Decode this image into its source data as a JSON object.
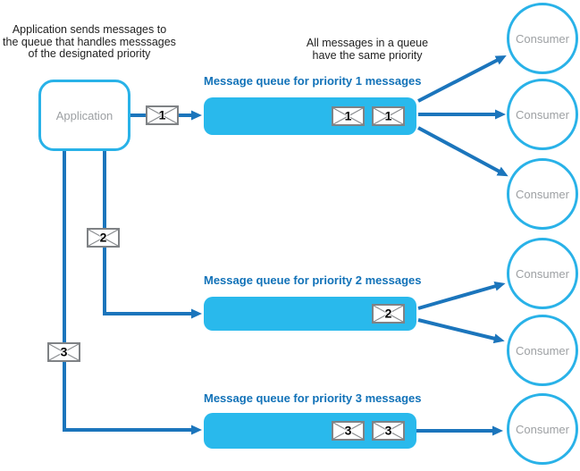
{
  "diagram": {
    "notes": {
      "application_note": "Application sends messages to\nthe queue that handles messsages\nof the designated priority",
      "queue_note": "All messages in a queue\nhave the same priority"
    },
    "application": {
      "label": "Application"
    },
    "queues": [
      {
        "title": "Message queue for priority 1 messages",
        "envelopes": [
          "1",
          "1"
        ]
      },
      {
        "title": "Message queue for priority 2 messages",
        "envelopes": [
          "2"
        ]
      },
      {
        "title": "Message queue for priority 3 messages",
        "envelopes": [
          "3",
          "3"
        ]
      }
    ],
    "transit_envelopes": [
      {
        "priority": "1"
      },
      {
        "priority": "2"
      },
      {
        "priority": "3"
      }
    ],
    "consumers": [
      {
        "label": "Consumer"
      },
      {
        "label": "Consumer"
      },
      {
        "label": "Consumer"
      },
      {
        "label": "Consumer"
      },
      {
        "label": "Consumer"
      },
      {
        "label": "Consumer"
      }
    ],
    "colors": {
      "queue_fill": "#29b9ec",
      "node_border": "#29b2e8",
      "arrow": "#1b75bc",
      "queue_title_text": "#1272b8",
      "node_label_text": "#9da0a3",
      "note_text": "#1f1f1f",
      "envelope_border": "#7f8285"
    }
  }
}
